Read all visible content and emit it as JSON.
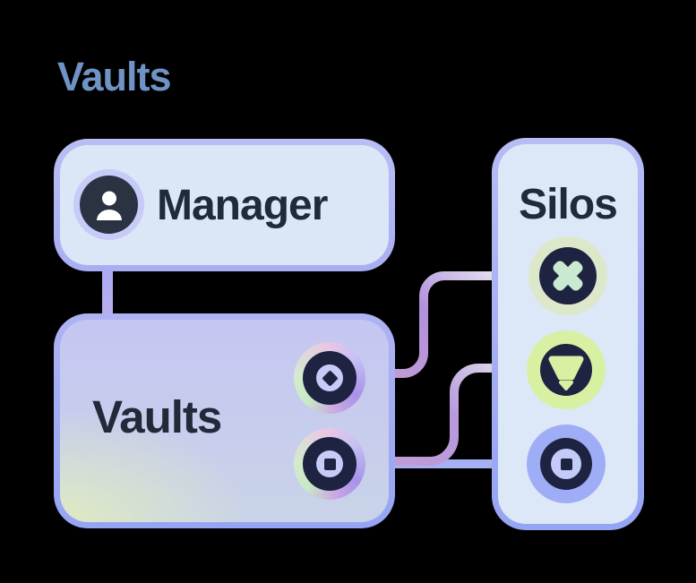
{
  "header": {
    "title": "Vaults"
  },
  "manager_box": {
    "label": "Manager",
    "icon": "person-icon"
  },
  "vaults_box": {
    "label": "Vaults",
    "coins": [
      "diamond-coin-icon",
      "square-coin-icon"
    ]
  },
  "silos_box": {
    "label": "Silos",
    "tokens": [
      "cross-token-icon",
      "funnel-token-icon",
      "target-token-icon"
    ]
  },
  "connectors": [
    {
      "name": "manager-to-vaults",
      "shape": "vertical-line"
    },
    {
      "name": "vaults-to-silo-1",
      "shape": "s-curve"
    },
    {
      "name": "vaults-to-silo-2",
      "shape": "s-curve"
    },
    {
      "name": "vaults-to-silo-3",
      "shape": "straight-line"
    }
  ],
  "colors": {
    "background": "#000000",
    "title_text": "#7093c5",
    "label_text": "#212a38",
    "box_fill_blue": "#dbe7f7",
    "border_light": "#b8bdf4",
    "border_dark": "#96a4f4",
    "navy": "#1d2340",
    "avatar_navy": "#2b3342",
    "light_periwinkle": "#c6cbf8",
    "mint": "#c9ead0",
    "sage_ring": "#dce8c9",
    "lime": "#d8f0a2",
    "periwinkle_ring": "#9fadf6",
    "connector_blue": "#a6b1f5",
    "connector_purple_start": "#c29cd4",
    "connector_purple_mid": "#b191dd",
    "connector_purple_end": "#e7e5ed",
    "connector_lavender": "#b3aeef"
  }
}
